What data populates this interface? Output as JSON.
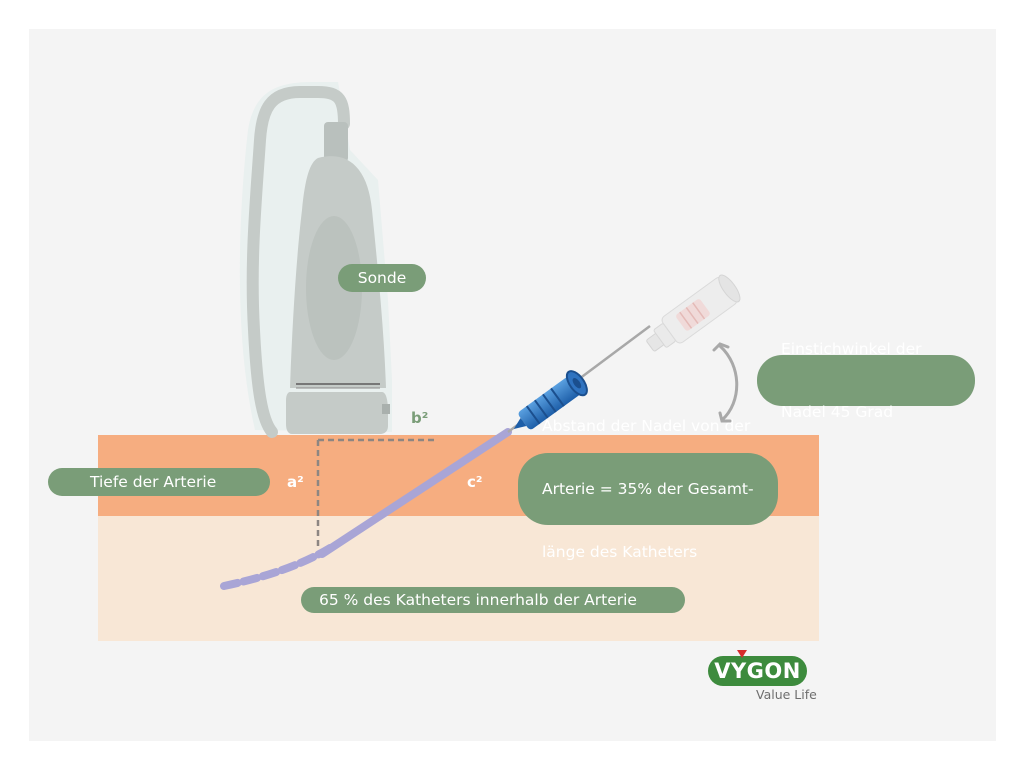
{
  "labels": {
    "probe": "Sonde",
    "angle_line1": "Einstichwinkel der",
    "angle_line2": "Nadel 45 Grad",
    "depth": "Tiefe der Arterie",
    "distance_line1": "Abstand der Nadel von der",
    "distance_line2": "Arterie = 35% der Gesamt-",
    "distance_line3": "länge des Katheters",
    "inside": "65 % des Katheters innerhalb der Arterie"
  },
  "geometry_labels": {
    "a": "a²",
    "b": "b²",
    "c": "c²"
  },
  "brand": {
    "name": "VYGON",
    "tagline": "Value Life"
  },
  "colors": {
    "background": "#f4f4f4",
    "skin_layer": "#f6ad80",
    "tissue_layer": "#f8e7d6",
    "label_pill": "#7a9d78",
    "catheter": "#a9a5d6",
    "needle_hub": "#2f73c0",
    "probe_body": "#c5cbc8",
    "logo_green": "#3d8b3d",
    "logo_red": "#d62b2b"
  }
}
